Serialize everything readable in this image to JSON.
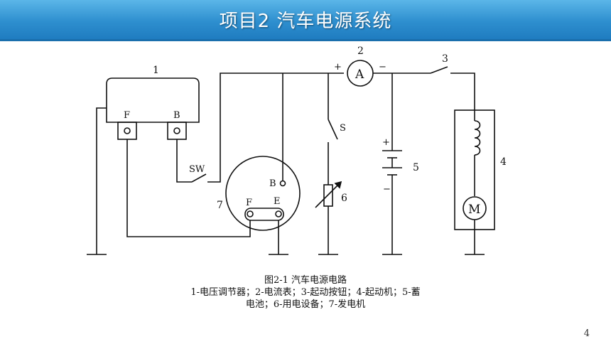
{
  "header": {
    "title": "项目2 汽车电源系统"
  },
  "diagram": {
    "labels": {
      "regulator_num": "1",
      "ammeter_num": "2",
      "button_num": "3",
      "starter_num": "4",
      "battery_num": "5",
      "load_num": "6",
      "generator_num": "7",
      "reg_F": "F",
      "reg_B": "B",
      "sw": "SW",
      "switch_s": "S",
      "gen_B": "B",
      "gen_F": "F",
      "gen_E": "E",
      "ammeter_symbol": "A",
      "motor_symbol": "M",
      "plus": "+",
      "minus": "−",
      "bat_plus": "+",
      "bat_minus": "−"
    }
  },
  "caption": {
    "line1": "图2-1 汽车电源电路",
    "line2": "1-电压调节器；2-电流表；3-起动按钮；4-起动机；5-蓄",
    "line3": "电池；6-用电设备；7-发电机"
  },
  "page_number": "4"
}
